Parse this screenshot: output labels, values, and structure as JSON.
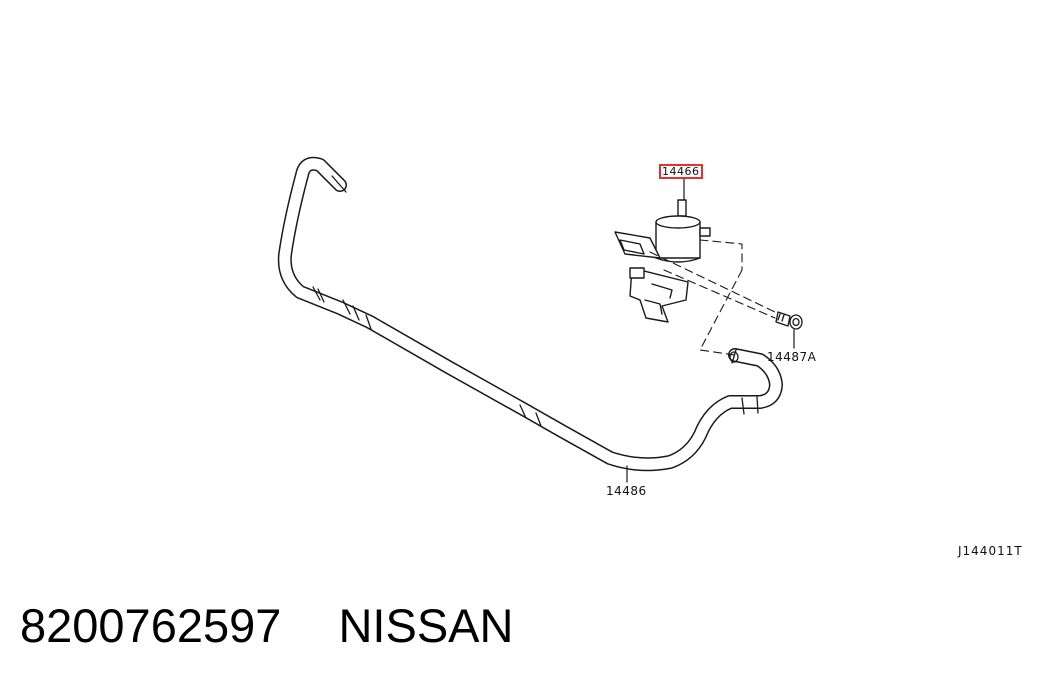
{
  "diagram": {
    "callouts": {
      "solenoid_valve": "14466",
      "bolt": "14487A",
      "hose": "14486"
    },
    "diagram_code": "J144011T",
    "highlight_color": "#e53030"
  },
  "caption": {
    "part_number": "8200762597",
    "brand": "NISSAN"
  }
}
